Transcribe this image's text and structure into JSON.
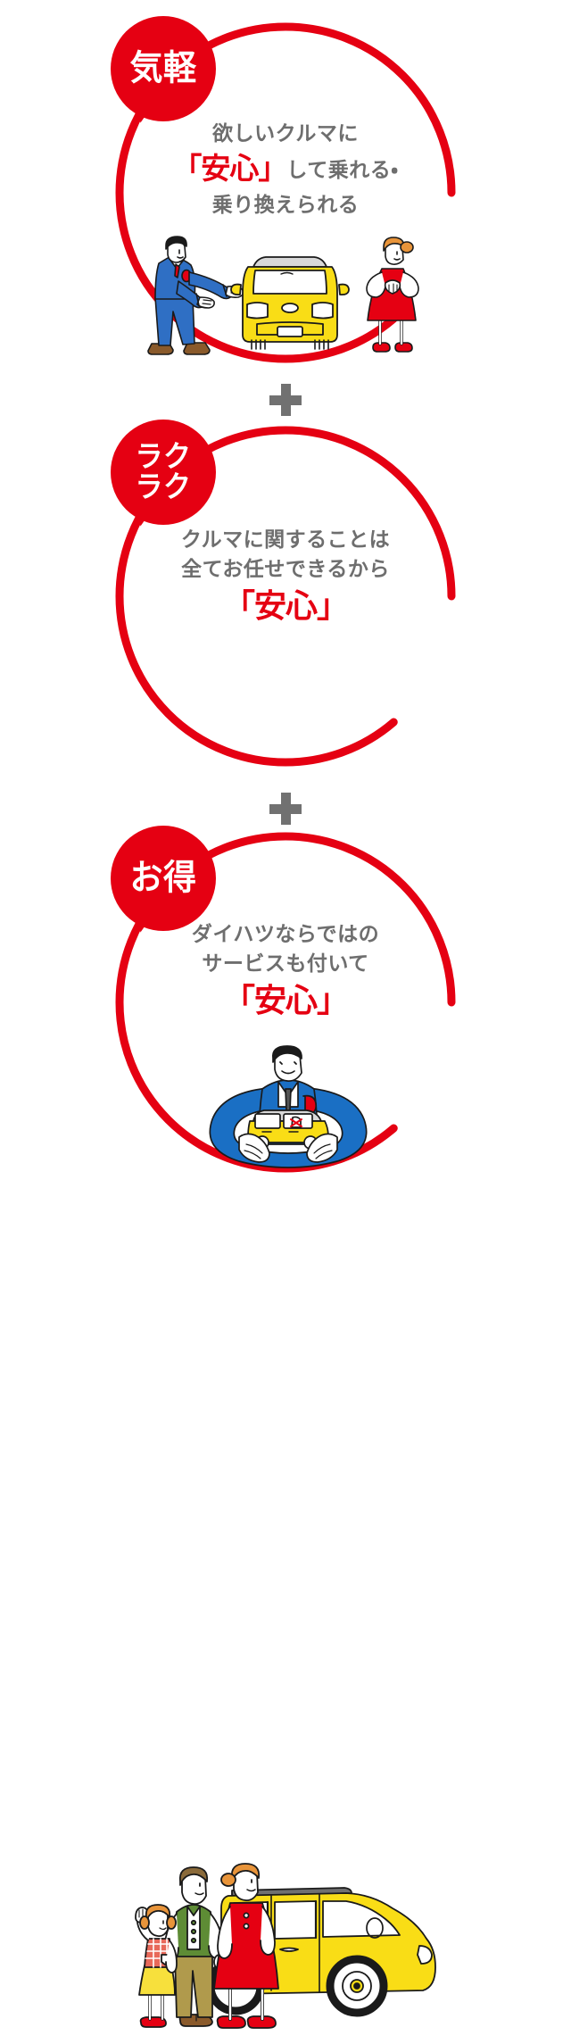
{
  "page": {
    "title": "ダイハツ 安心 3つのポイント",
    "background_color": "#ffffff",
    "brand_red": "#e50012",
    "text_gray": "#6e6e6e",
    "plus_gray": "#717171",
    "car_yellow": "#f9dd16",
    "suit_blue": "#1a6fc4"
  },
  "sections": [
    {
      "badge": "気軽",
      "caption_lines": [
        {
          "text": "欲しいクルマに",
          "emphasis": null
        },
        {
          "prefix": "",
          "emphasis": "「安心」",
          "suffix": "して乗れる・"
        },
        {
          "text": "乗り換えられる",
          "emphasis": null
        }
      ],
      "illustration": "salesman-car-customer"
    },
    {
      "badge": "ラク\nラク",
      "caption_lines": [
        {
          "text": "クルマに関することは",
          "emphasis": null
        },
        {
          "text": "全てお任せできるから",
          "emphasis": null
        },
        {
          "prefix": "",
          "emphasis": "「安心」",
          "suffix": ""
        }
      ],
      "illustration": "salesman-hugging-car"
    },
    {
      "badge": "お得",
      "caption_lines": [
        {
          "text": "ダイハツならではの",
          "emphasis": null
        },
        {
          "text": "サービスも付いて",
          "emphasis": null
        },
        {
          "prefix": "",
          "emphasis": "「安心」",
          "suffix": ""
        }
      ],
      "illustration": "family-with-car"
    }
  ],
  "separators": [
    {
      "symbol": "+",
      "name": "plus-separator-1"
    },
    {
      "symbol": "+",
      "name": "plus-separator-2"
    }
  ]
}
